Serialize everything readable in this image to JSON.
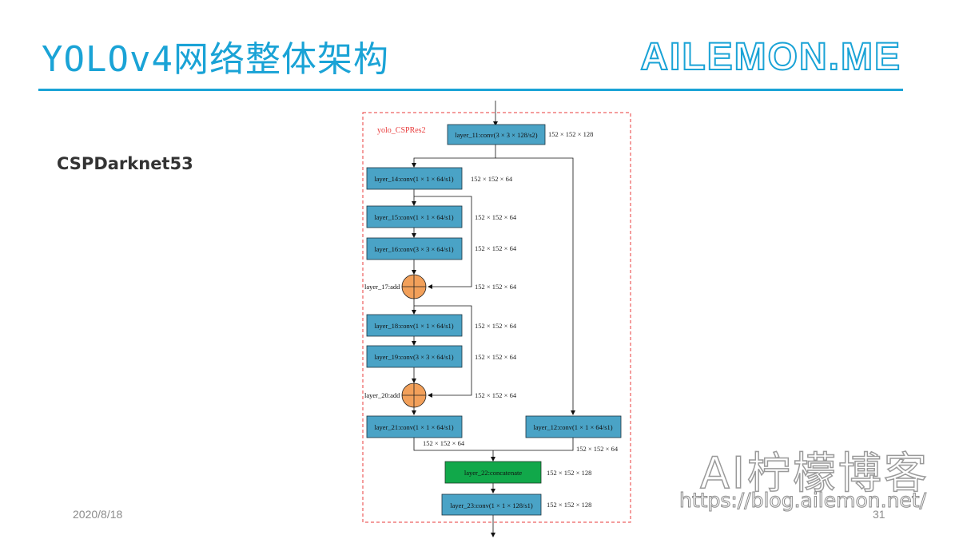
{
  "header": {
    "title": "YOLOv4网络整体架构",
    "brand": "AILEMON.ME"
  },
  "subtitle": "CSPDarknet53",
  "footer": {
    "date": "2020/8/18",
    "page": "31"
  },
  "watermark": {
    "cn": "AI柠檬博客",
    "url": "https://blog.ailemon.net/"
  },
  "colors": {
    "accent": "#1aa3d6",
    "layer_fill": "#4aa3c6",
    "concat_fill": "#11a84a",
    "add_fill": "#f2a05a",
    "group_border": "#e83b3b"
  },
  "diagram": {
    "group_label": "yolo_CSPRes2",
    "layers": {
      "l11": {
        "label": "layer_11:conv(3 × 3 × 128/s2)",
        "dim": "152 × 152 × 128"
      },
      "l14": {
        "label": "layer_14:conv(1 × 1 × 64/s1)",
        "dim": "152 × 152 × 64"
      },
      "l15": {
        "label": "layer_15:conv(1 × 1 × 64/s1)",
        "dim": "152 × 152 × 64"
      },
      "l16": {
        "label": "layer_16:conv(3 × 3 × 64/s1)",
        "dim": "152 × 152 × 64"
      },
      "l17": {
        "label": "layer_17:add",
        "dim": "152 × 152 × 64"
      },
      "l18": {
        "label": "layer_18:conv(1 × 1 × 64/s1)",
        "dim": "152 × 152 × 64"
      },
      "l19": {
        "label": "layer_19:conv(3 × 3 × 64/s1)",
        "dim": "152 × 152 × 64"
      },
      "l20": {
        "label": "layer_20:add",
        "dim": "152 × 152 × 64"
      },
      "l21": {
        "label": "layer_21:conv(1 × 1 × 64/s1)",
        "dim": "152 × 152 × 64"
      },
      "l12": {
        "label": "layer_12:conv(1 × 1 × 64/s1)",
        "dim": "152 × 152 × 64"
      },
      "l22": {
        "label": "layer_22:concatenate",
        "dim": "152 × 152 × 128"
      },
      "l23": {
        "label": "layer_23:conv(1 × 1 × 128/s1)",
        "dim": "152 × 152 × 128"
      }
    }
  }
}
